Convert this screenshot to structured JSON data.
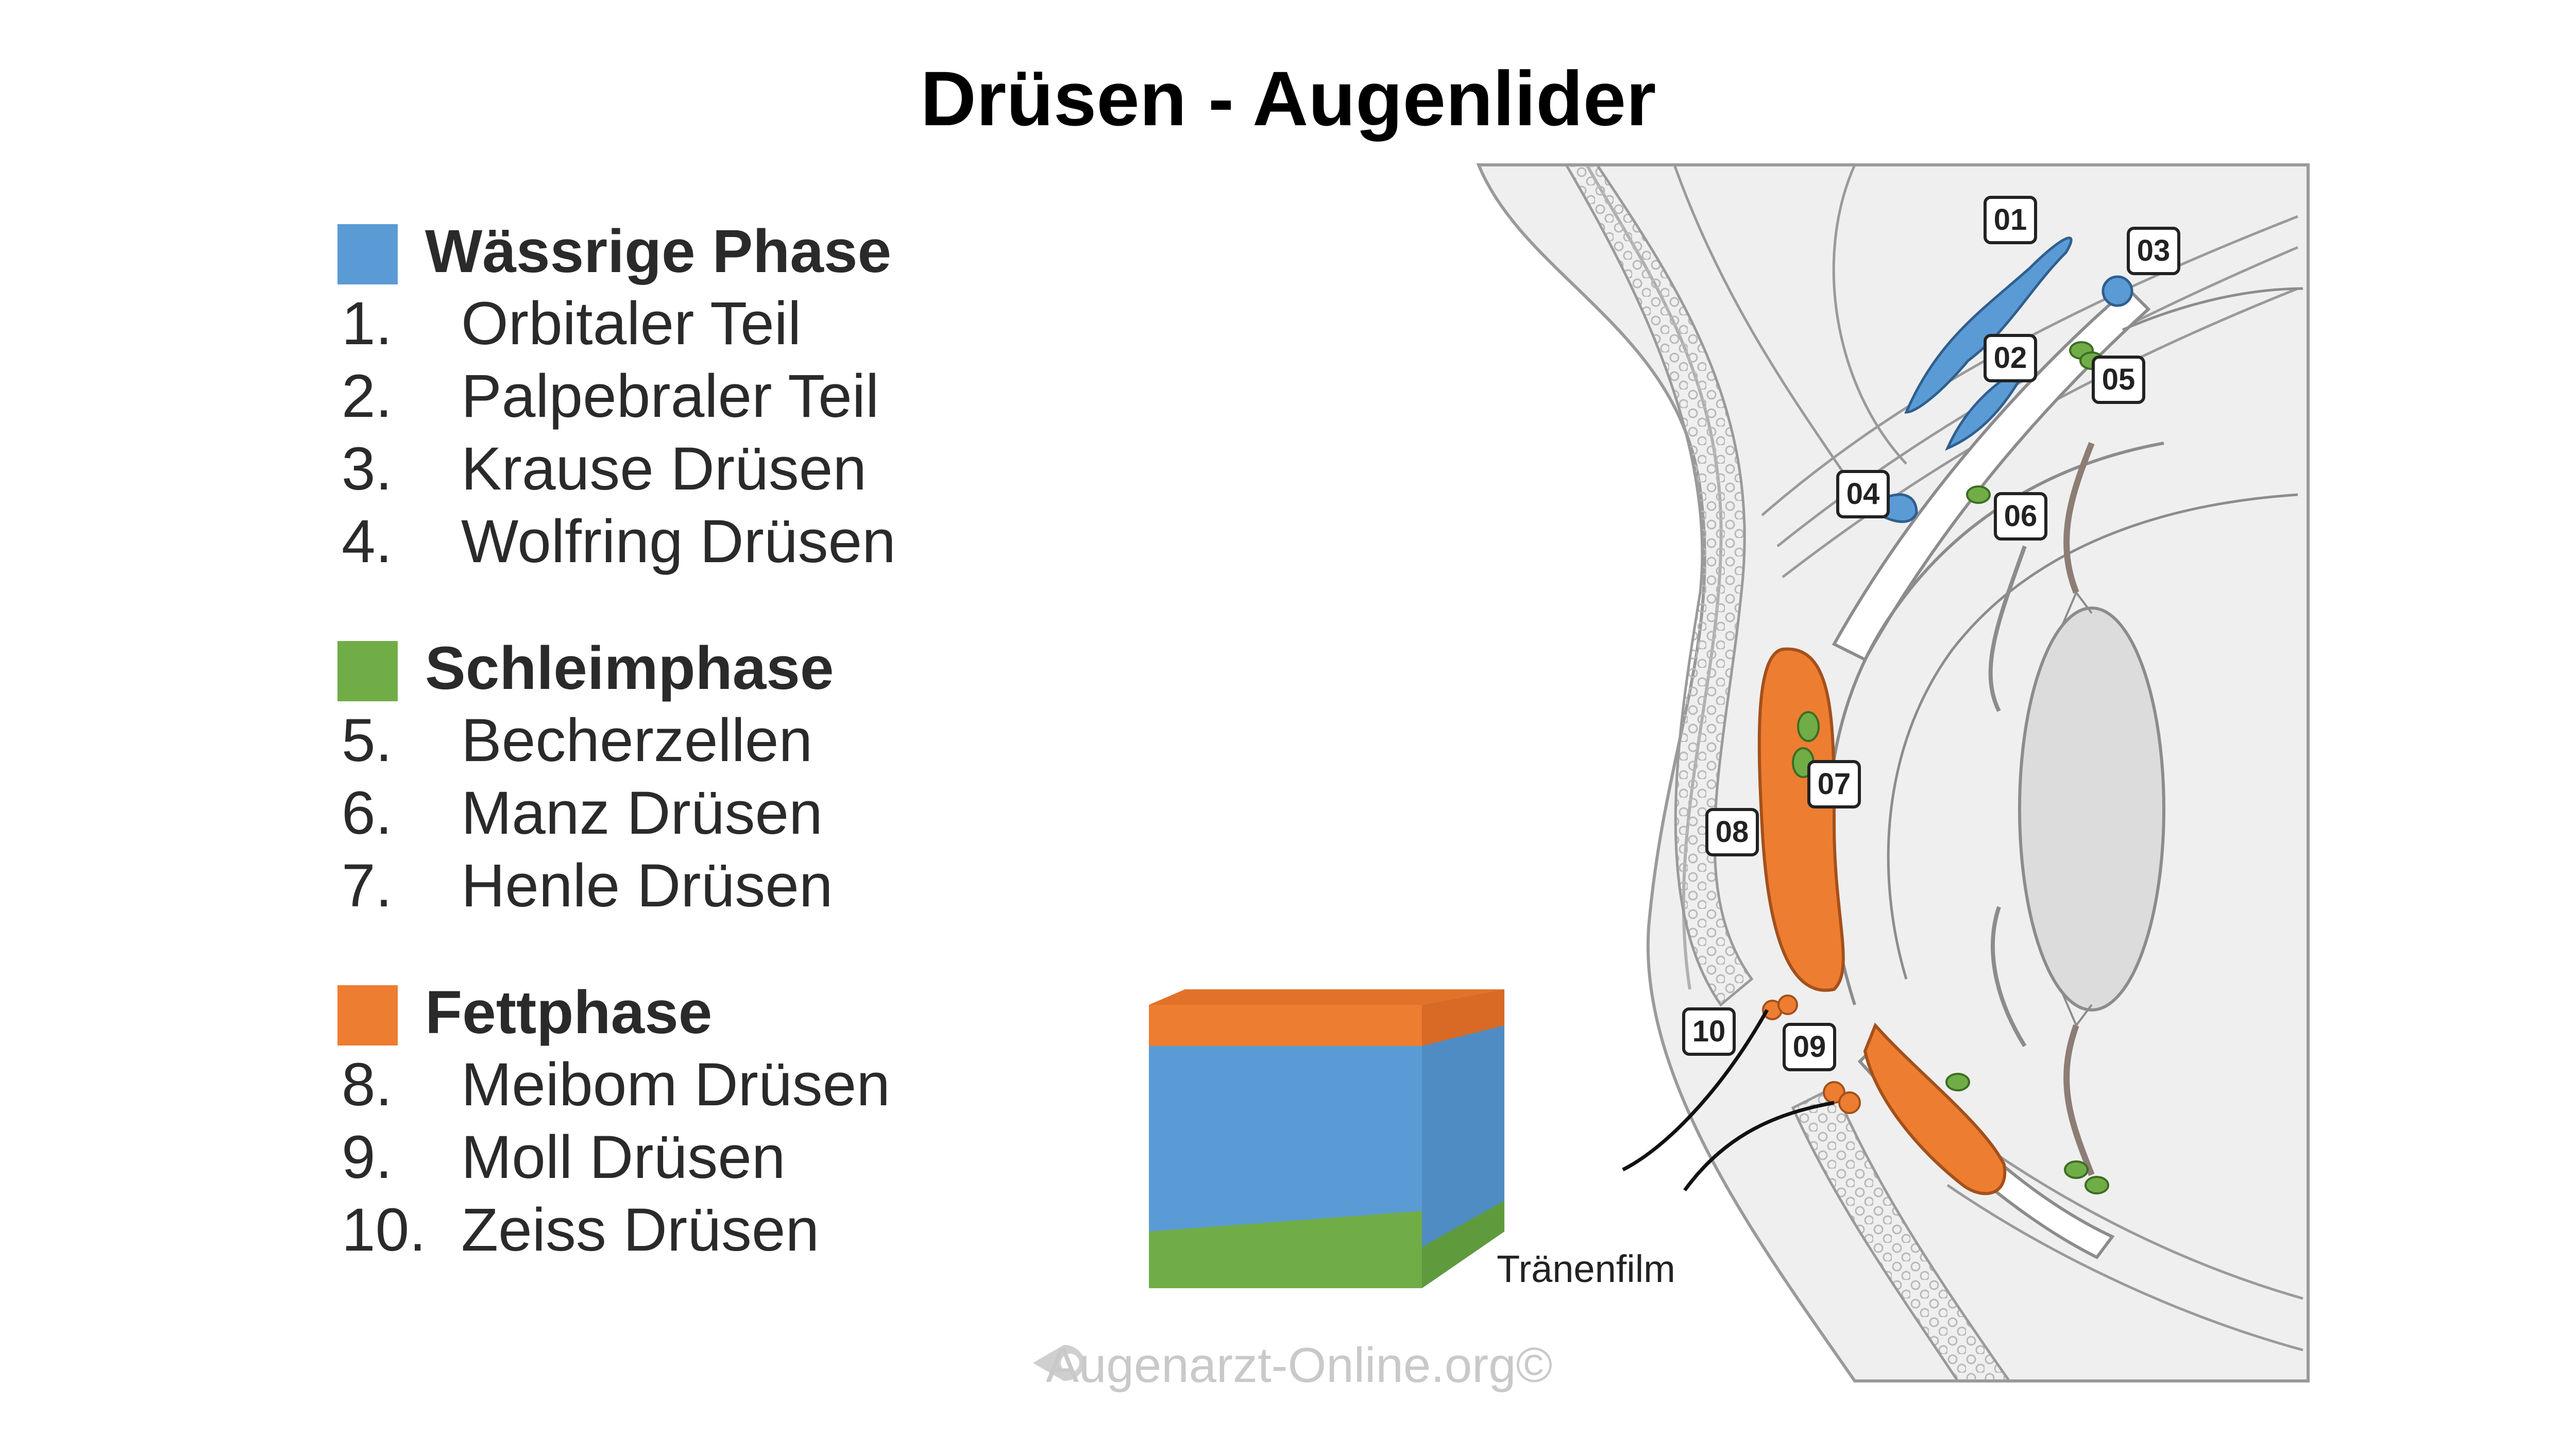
{
  "title": "Drüsen - Augenlider",
  "legend": {
    "groups": [
      {
        "label": "Wässrige Phase",
        "color": "#5b9bd5",
        "items": [
          {
            "num": "1.",
            "text": "Orbitaler Teil"
          },
          {
            "num": "2.",
            "text": "Palpebraler Teil"
          },
          {
            "num": "3.",
            "text": "Krause Drüsen"
          },
          {
            "num": "4.",
            "text": "Wolfring Drüsen"
          }
        ]
      },
      {
        "label": "Schleimphase",
        "color": "#70ad47",
        "items": [
          {
            "num": "5.",
            "text": "Becherzellen"
          },
          {
            "num": "6.",
            "text": "Manz Drüsen"
          },
          {
            "num": "7.",
            "text": "Henle Drüsen"
          }
        ]
      },
      {
        "label": "Fettphase",
        "color": "#ed7d31",
        "items": [
          {
            "num": "8.",
            "text": "Meibom Drüsen"
          },
          {
            "num": "9.",
            "text": "Moll Drüsen"
          },
          {
            "num": "10.",
            "text": "Zeiss Drüsen"
          }
        ]
      }
    ]
  },
  "diagram_labels": [
    "01",
    "02",
    "03",
    "04",
    "05",
    "06",
    "07",
    "08",
    "09",
    "10"
  ],
  "tear_film_label": "Tränenfilm",
  "watermark": "Augenarzt-Online.org©"
}
